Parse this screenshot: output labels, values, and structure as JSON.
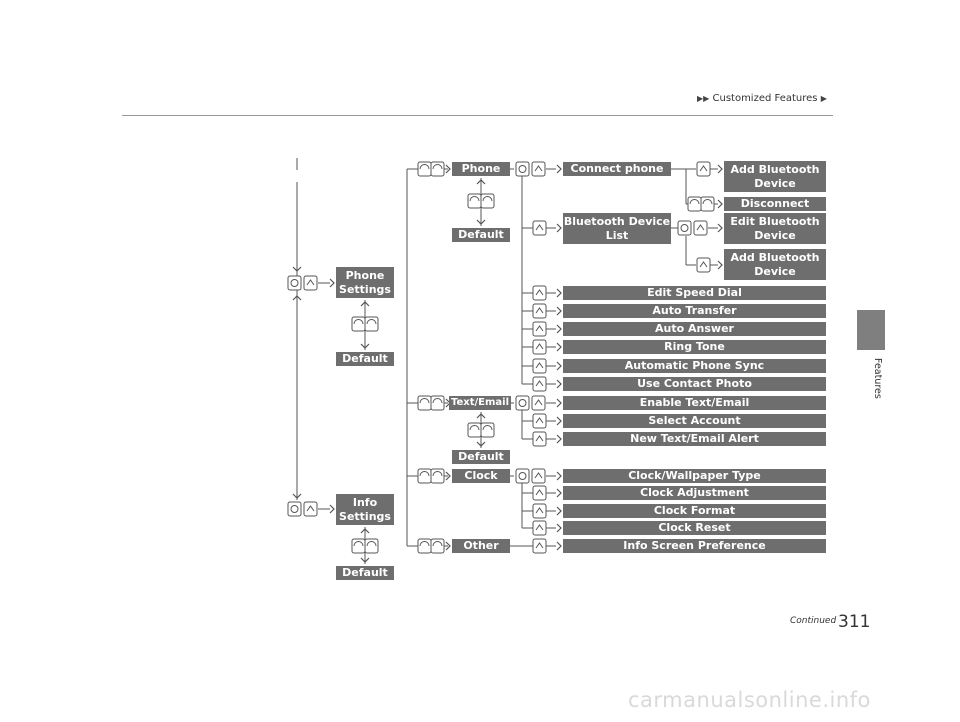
{
  "header": {
    "section": "Customized Features"
  },
  "side_tab": {
    "label": "Features"
  },
  "footer": {
    "continued": "Continued",
    "page_number": "311"
  },
  "watermark": "carmanualsonline.info",
  "diagram": {
    "phone_settings": "Phone\nSettings",
    "phone_default": "Default",
    "info_settings": "Info\nSettings",
    "info_default": "Default",
    "phone": "Phone",
    "phone_sub_default": "Default",
    "text_email": "Text/Email",
    "text_email_default": "Default",
    "clock": "Clock",
    "other": "Other",
    "connect_phone": "Connect phone",
    "add_bluetooth_1": "Add Bluetooth\nDevice",
    "disconnect": "Disconnect",
    "bluetooth_device_list": "Bluetooth Device\nList",
    "edit_bluetooth": "Edit Bluetooth\nDevice",
    "add_bluetooth_2": "Add Bluetooth\nDevice",
    "edit_speed_dial": "Edit Speed Dial",
    "auto_transfer": "Auto Transfer",
    "auto_answer": "Auto Answer",
    "ring_tone": "Ring Tone",
    "automatic_phone_sync": "Automatic Phone Sync",
    "use_contact_photo": "Use Contact Photo",
    "enable_text_email": "Enable Text/Email",
    "select_account": "Select Account",
    "new_text_email_alert": "New Text/Email Alert",
    "clock_wallpaper_type": "Clock/Wallpaper Type",
    "clock_adjustment": "Clock Adjustment",
    "clock_format": "Clock Format",
    "clock_reset": "Clock Reset",
    "info_screen_preference": "Info Screen Preference"
  }
}
